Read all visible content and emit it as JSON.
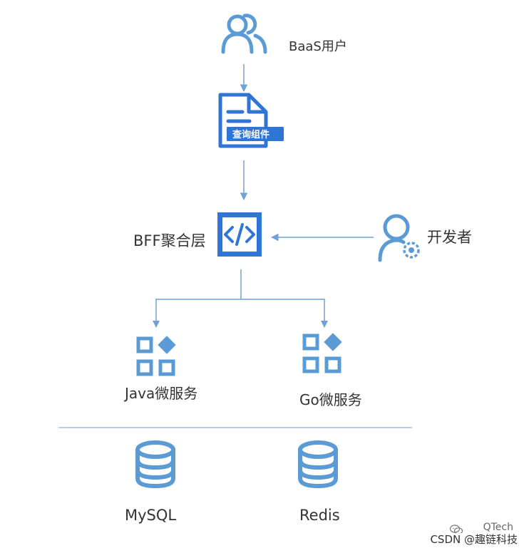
{
  "colors": {
    "icon_light": "#5B9BD5",
    "icon_dark": "#2F75D6",
    "line": "#6FA0D8",
    "text": "#333333"
  },
  "nodes": {
    "baas_user": {
      "label": "BaaS用户",
      "icon": "users-icon"
    },
    "query_component": {
      "label": "查询组件",
      "icon": "document-icon"
    },
    "bff_layer": {
      "label": "BFF聚合层",
      "icon": "code-icon"
    },
    "developer": {
      "label": "开发者",
      "icon": "user-gear-icon"
    },
    "java_service": {
      "label": "Java微服务",
      "icon": "apps-icon"
    },
    "go_service": {
      "label": "Go微服务",
      "icon": "apps-icon"
    },
    "mysql": {
      "label": "MySQL",
      "icon": "database-icon"
    },
    "redis": {
      "label": "Redis",
      "icon": "database-icon"
    }
  },
  "watermark": {
    "primary": "CSDN @趣链科技",
    "secondary": "QTech",
    "icon": "wechat-icon"
  }
}
